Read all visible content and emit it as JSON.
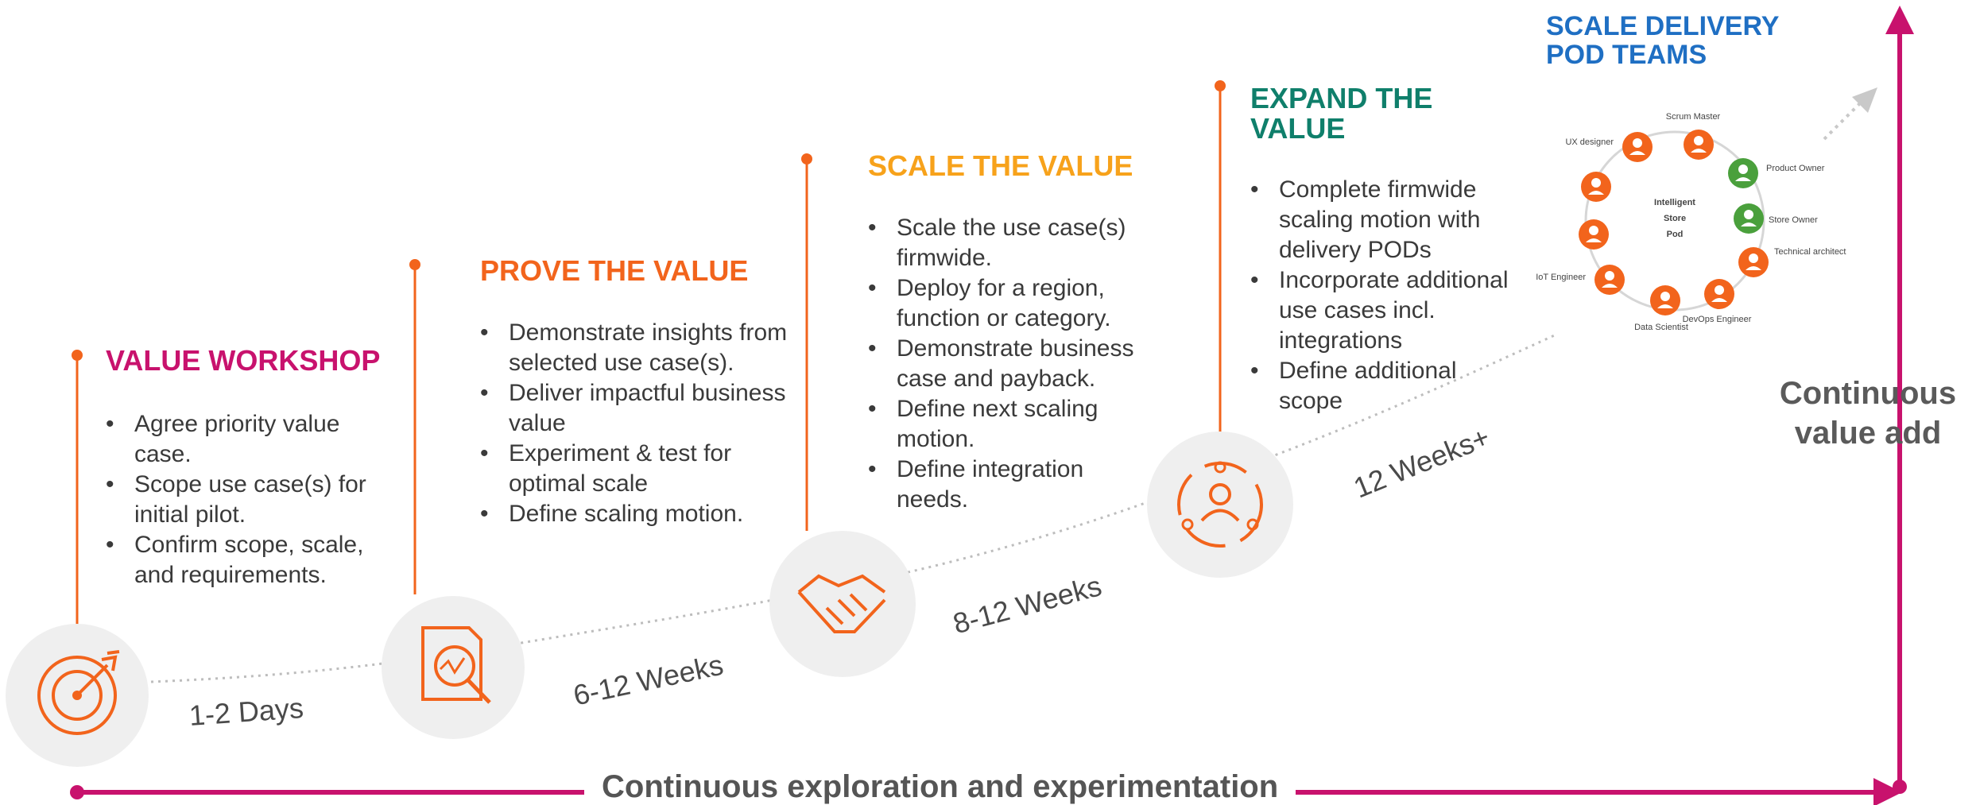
{
  "colors": {
    "magenta": "#c8126d",
    "orange": "#f2641c",
    "stage1_title": "#c8126d",
    "stage2_title": "#f2641c",
    "stage3_title": "#f7a21b",
    "stage4_title": "#0f7f6b",
    "pod_title": "#1f6fc3",
    "circle_bg": "#efefef",
    "pod_orange": "#f2641c",
    "pod_green": "#4aa03c"
  },
  "stages": [
    {
      "title": "VALUE WORKSHOP",
      "icon": "target-icon",
      "bullets": [
        "Agree priority value case.",
        "Scope use case(s) for initial pilot.",
        "Confirm scope, scale, and requirements."
      ]
    },
    {
      "title": "PROVE THE VALUE",
      "icon": "document-analysis-icon",
      "bullets": [
        "Demonstrate insights from selected use case(s).",
        "Deliver impactful business value",
        "Experiment & test for optimal scale",
        "Define scaling motion."
      ]
    },
    {
      "title": "SCALE THE VALUE",
      "icon": "handshake-icon",
      "bullets": [
        "Scale the use case(s) firmwide.",
        "Deploy for a region, function or category.",
        "Demonstrate business case and payback.",
        "Define next scaling motion.",
        "Define integration needs."
      ]
    },
    {
      "title": "EXPAND THE VALUE",
      "icon": "people-network-icon",
      "bullets": [
        "Complete firmwide scaling motion with delivery PODs",
        "Incorporate additional use cases incl. integrations",
        "Define additional scope"
      ]
    }
  ],
  "durations": [
    "1-2 Days",
    "6-12 Weeks",
    "8-12 Weeks",
    "12 Weeks+"
  ],
  "pod": {
    "title": "SCALE DELIVERY POD TEAMS",
    "center_label": [
      "Intelligent",
      "Store",
      "Pod"
    ],
    "roles": [
      "Scrum Master",
      "Product Owner",
      "Store Owner",
      "Technical architect",
      "DevOps Engineer",
      "Data Scientist",
      "IoT Engineer",
      "UX designer"
    ]
  },
  "axes": {
    "bottom_label": "Continuous exploration and experimentation",
    "right_label": "Continuous value add"
  }
}
